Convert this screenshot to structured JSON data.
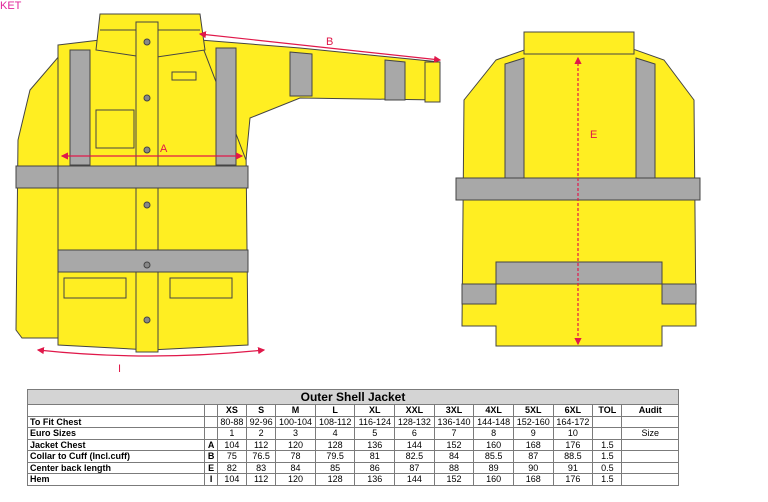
{
  "corner_label": "KET",
  "dimension_labels": {
    "a": "A",
    "b": "B",
    "e": "E",
    "i": "I"
  },
  "colors": {
    "jacket": "#ffee22",
    "reflective": "#a8a8a8",
    "arrow": "#e0184a",
    "outline": "#444444"
  },
  "table": {
    "title": "Outer Shell Jacket",
    "columns": [
      "XS",
      "S",
      "M",
      "L",
      "XL",
      "XXL",
      "3XL",
      "4XL",
      "5XL",
      "6XL",
      "TOL",
      "Audit"
    ],
    "rows": [
      {
        "label": "To Fit Chest",
        "code": "",
        "values": [
          "80-88",
          "92-96",
          "100-104",
          "108-112",
          "116-124",
          "128-132",
          "136-140",
          "144-148",
          "152-160",
          "164-172",
          "",
          ""
        ]
      },
      {
        "label": "Euro Sizes",
        "code": "",
        "values": [
          "1",
          "2",
          "3",
          "4",
          "5",
          "6",
          "7",
          "8",
          "9",
          "10",
          "",
          "Size"
        ]
      },
      {
        "label": "Jacket Chest",
        "code": "A",
        "values": [
          "104",
          "112",
          "120",
          "128",
          "136",
          "144",
          "152",
          "160",
          "168",
          "176",
          "1.5",
          ""
        ]
      },
      {
        "label": "Collar to Cuff (Incl.cuff)",
        "code": "B",
        "values": [
          "75",
          "76.5",
          "78",
          "79.5",
          "81",
          "82.5",
          "84",
          "85.5",
          "87",
          "88.5",
          "1.5",
          ""
        ]
      },
      {
        "label": "Center back length",
        "code": "E",
        "values": [
          "82",
          "83",
          "84",
          "85",
          "86",
          "87",
          "88",
          "89",
          "90",
          "91",
          "0.5",
          ""
        ]
      },
      {
        "label": "Hem",
        "code": "I",
        "values": [
          "104",
          "112",
          "120",
          "128",
          "136",
          "144",
          "152",
          "160",
          "168",
          "176",
          "1.5",
          ""
        ]
      }
    ]
  }
}
